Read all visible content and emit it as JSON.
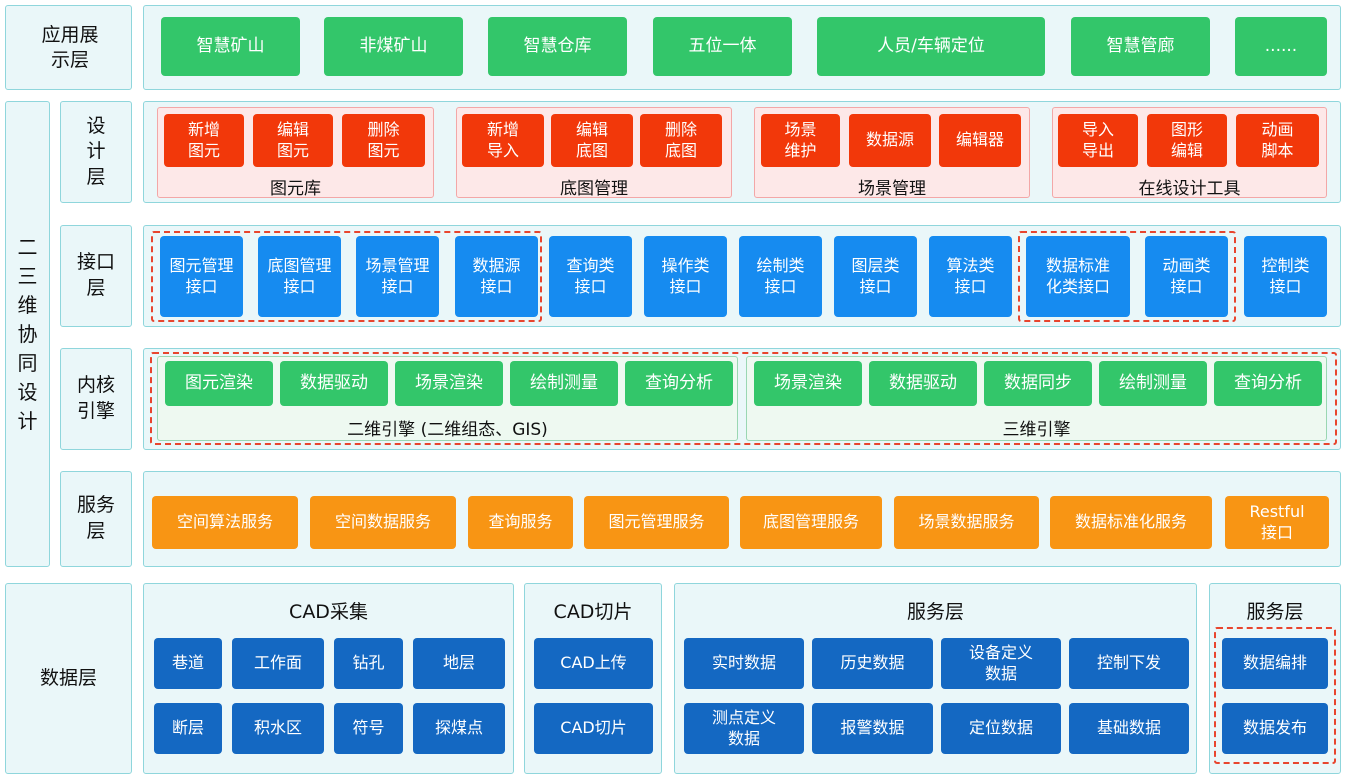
{
  "app_layer": {
    "label": "应用展示层",
    "items": [
      "智慧矿山",
      "非煤矿山",
      "智慧仓库",
      "五位一体",
      "人员/车辆定位",
      "智慧管廊",
      "......"
    ]
  },
  "collab_label": "二三维协同设计",
  "design_layer": {
    "label": "设计层",
    "groups": [
      {
        "caption": "图元库",
        "buttons": [
          "新增\n图元",
          "编辑\n图元",
          "删除\n图元"
        ]
      },
      {
        "caption": "底图管理",
        "buttons": [
          "新增\n导入",
          "编辑\n底图",
          "删除\n底图"
        ]
      },
      {
        "caption": "场景管理",
        "buttons": [
          "场景\n维护",
          "数据源",
          "编辑器"
        ]
      },
      {
        "caption": "在线设计工具",
        "buttons": [
          "导入\n导出",
          "图形\n编辑",
          "动画\n脚本"
        ]
      }
    ]
  },
  "interface_layer": {
    "label": "接口层",
    "items": [
      "图元管理\n接口",
      "底图管理\n接口",
      "场景管理\n接口",
      "数据源\n接口",
      "查询类\n接口",
      "操作类\n接口",
      "绘制类\n接口",
      "图层类\n接口",
      "算法类\n接口",
      "数据标准\n化类接口",
      "动画类\n接口",
      "控制类\n接口"
    ]
  },
  "kernel_layer": {
    "label": "内核引擎",
    "engine2d": {
      "caption": "二维引擎 (二维组态、GIS)",
      "items": [
        "图元渲染",
        "数据驱动",
        "场景渲染",
        "绘制测量",
        "查询分析"
      ]
    },
    "engine3d": {
      "caption": "三维引擎",
      "items": [
        "场景渲染",
        "数据驱动",
        "数据同步",
        "绘制测量",
        "查询分析"
      ]
    }
  },
  "service_layer": {
    "label": "服务层",
    "items": [
      "空间算法服务",
      "空间数据服务",
      "查询服务",
      "图元管理服务",
      "底图管理服务",
      "场景数据服务",
      "数据标准化服务",
      "Restful\n接口"
    ]
  },
  "data_layer": {
    "label": "数据层",
    "cad_collect": {
      "title": "CAD采集",
      "items": [
        "巷道",
        "工作面",
        "钻孔",
        "地层",
        "断层",
        "积水区",
        "符号",
        "探煤点"
      ]
    },
    "cad_slice": {
      "title": "CAD切片",
      "items": [
        "CAD上传",
        "CAD切片"
      ]
    },
    "service": {
      "title": "服务层",
      "items": [
        "实时数据",
        "历史数据",
        "设备定义\n数据",
        "控制下发",
        "测点定义\n数据",
        "报警数据",
        "定位数据",
        "基础数据"
      ]
    },
    "service2": {
      "title": "服务层",
      "items": [
        "数据编排",
        "数据发布"
      ]
    }
  }
}
